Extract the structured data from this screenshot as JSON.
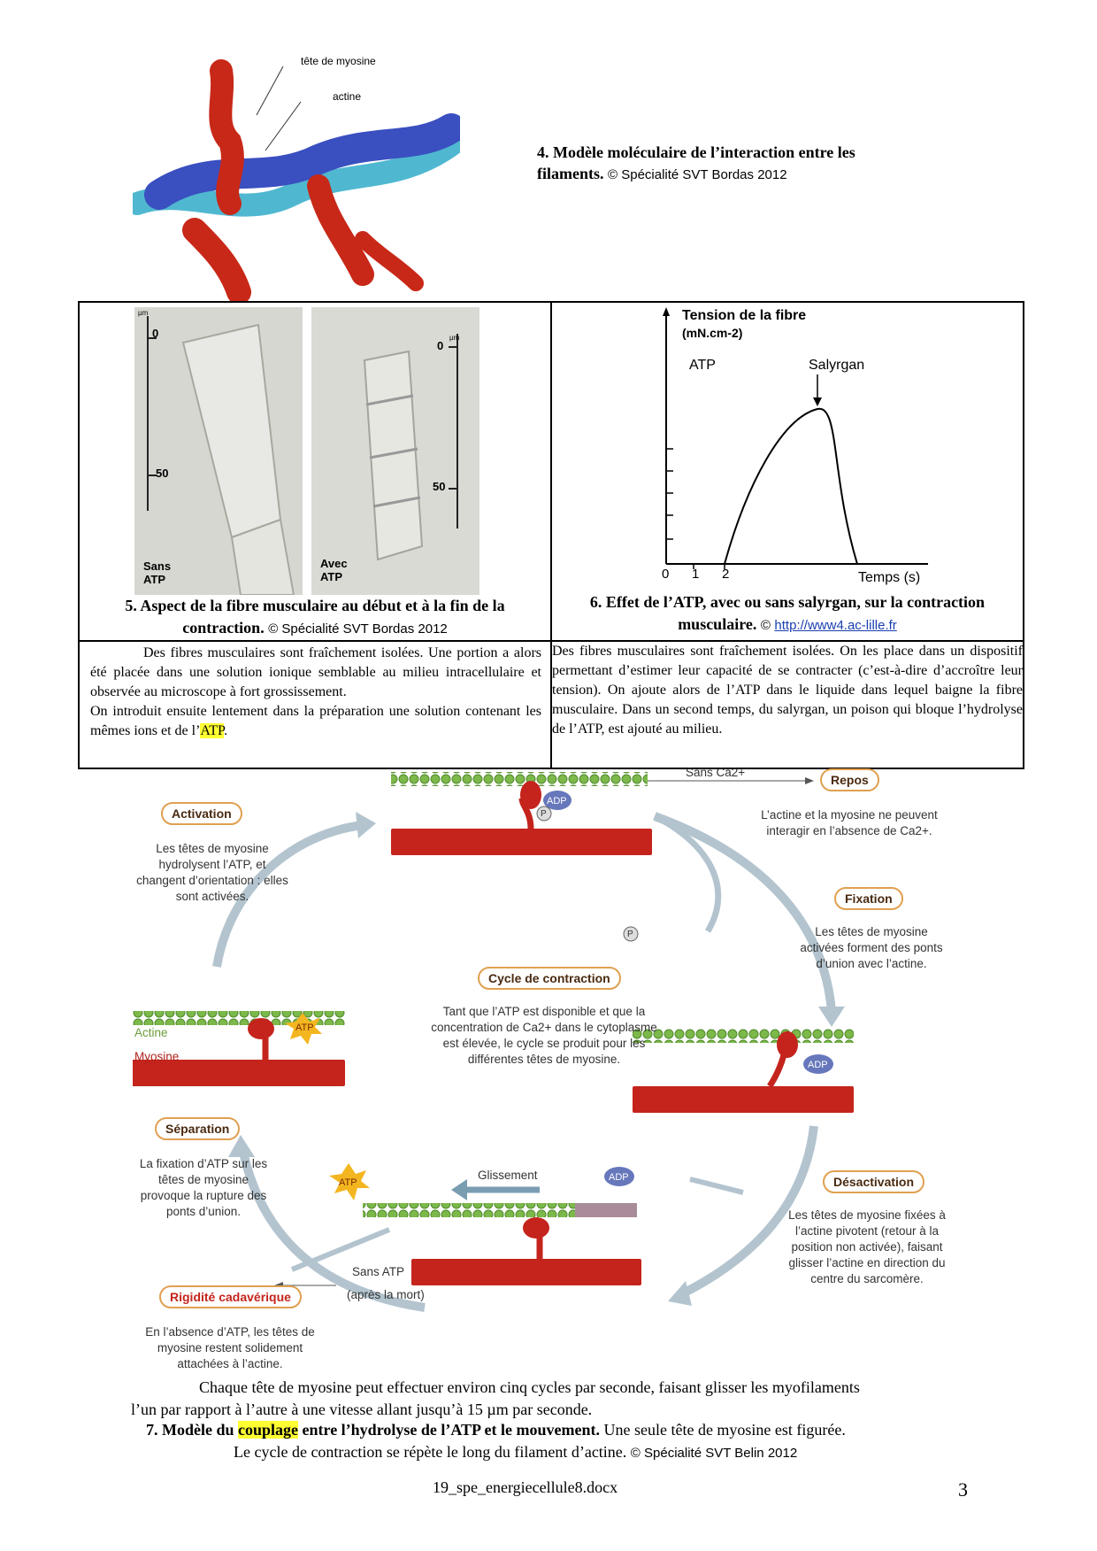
{
  "fig4": {
    "label_myosin_head": "tête de myosine",
    "label_actin": "actine",
    "caption_bold": "4. Modèle moléculaire de l’interaction entre les filaments.",
    "copyright": "© Spécialité SVT Bordas 2012"
  },
  "fig5": {
    "scale_left_top": "0",
    "scale_left_mid": "50",
    "scale_unit": "µm",
    "scale_right_top": "0",
    "scale_right_mid": "50",
    "label_left": "Sans ATP",
    "label_right": "Avec ATP",
    "caption_bold": "5. Aspect de la fibre musculaire au début et à la fin de la contraction.",
    "copyright": "© Spécialité SVT Bordas 2012",
    "text_p1": "Des fibres musculaires sont fraîchement isolées. Une portion a alors été placée dans une solution ionique semblable au milieu intracellulaire et observée au microscope à fort grossissement.",
    "text_p2_before": "On introduit ensuite lentement dans la préparation une solution contenant les mêmes ions et de l’",
    "text_p2_highlight": "ATP",
    "text_p2_after": "."
  },
  "fig6": {
    "ylabel_line1": "Tension de la fibre",
    "ylabel_line2": "(mN.cm-2)",
    "label_atp": "ATP",
    "label_salyrgan": "Salyrgan",
    "xlabel": "Temps (s)",
    "ticks": [
      "0",
      "1",
      "2"
    ],
    "caption_bold": "6. Effet de l’ATP, avec ou sans salyrgan, sur la contraction musculaire.",
    "copyright": "©",
    "link": "http://www4.ac-lille.fr",
    "text": "Des fibres musculaires sont fraîchement isolées. On les place dans un dispositif permettant d’estimer leur capacité de se contracter (c’est-à-dire d’accroître leur tension). On ajoute alors de l’ATP dans le liquide dans lequel baigne la fibre musculaire. Dans un second temps, du salyrgan, un poison qui bloque l’hydrolyse de l’ATP, est ajouté au milieu."
  },
  "fig7": {
    "sans_ca": "Sans Ca2+",
    "repos_title": "Repos",
    "repos_text": "L’actine et la myosine ne peuvent interagir en l’absence de Ca2+.",
    "activation_title": "Activation",
    "activation_text": "Les têtes de myosine hydrolysent l’ATP, et changent d’orientation : elles sont activées.",
    "fixation_title": "Fixation",
    "fixation_text": "Les têtes de myosine activées forment des ponts d’union avec l’actine.",
    "cycle_title": "Cycle de contraction",
    "cycle_text": "Tant que l’ATP est disponible et que la concentration de Ca2+ dans le cytoplasme est élevée, le cycle se produit pour les différentes têtes de myosine.",
    "actine": "Actine",
    "myosine": "Myosine",
    "atp": "ATP",
    "adp": "ADP",
    "p": "P",
    "separation_title": "Séparation",
    "separation_text": "La fixation d’ATP sur les têtes de myosine provoque la rupture des ponts d’union.",
    "glissement": "Glissement",
    "desactivation_title": "Désactivation",
    "desactivation_text": "Les têtes de myosine fixées à l’actine pivotent (retour à la position non activée), faisant glisser l’actine en direction du centre du sarcomère.",
    "sans_atp": "Sans ATP",
    "apres_mort": "(après la mort)",
    "rigidite_title": "Rigidité cadavérique",
    "rigidite_text": "En l’absence d’ATP, les têtes de myosine restent solidement attachées à l’actine."
  },
  "bottom": {
    "line1": "Chaque tête de myosine peut effectuer environ cinq cycles par seconde, faisant glisser les myofilaments",
    "line2": "l’un par rapport à l’autre à une vitesse allant jusqu’à 15 µm par seconde.",
    "cap_bold_1": "7. Modèle du",
    "cap_highlight": "couplage",
    "cap_bold_2": "entre l’hydrolyse de l’ATP et le mouvement.",
    "cap_normal": "Une seule tête de myosine est figurée.",
    "line4": "Le cycle de contraction se répète le long du filament d’actine.",
    "copyright": "© Spécialité SVT Belin 2012"
  },
  "footer": {
    "filename": "19_spe_energiecellule8.docx",
    "page": "3"
  }
}
